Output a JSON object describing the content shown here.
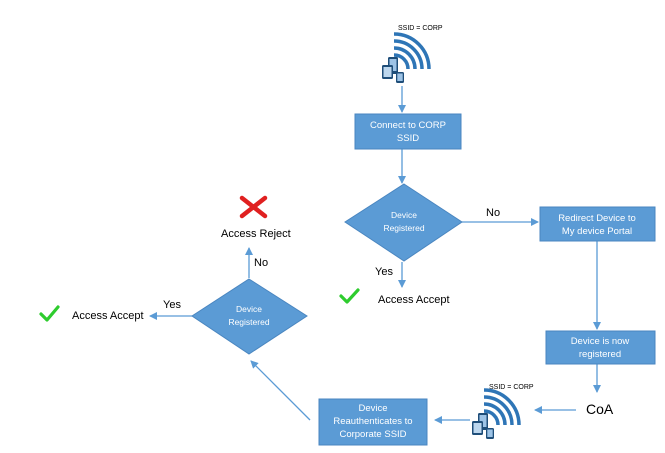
{
  "colors": {
    "shape_fill": "#5b9bd5",
    "shape_stroke": "#4a86c0",
    "arrow": "#5b9bd5",
    "check": "#2ecc2e",
    "cross": "#e02020",
    "wifi_waves": "#2e75b6",
    "device": "#1f4e79"
  },
  "icons": {
    "wifi_top": "wifi-devices-icon",
    "wifi_bottom": "wifi-devices-icon",
    "check": "check-mark-icon",
    "cross": "cross-mark-icon"
  },
  "top_icon": {
    "ssid_label": "SSID = CORP"
  },
  "bottom_icon": {
    "ssid_label": "SSID = CORP"
  },
  "nodes": {
    "connect": {
      "line1": "Connect to CORP",
      "line2": "SSID"
    },
    "decision_top": {
      "line1": "Device",
      "line2": "Registered"
    },
    "redirect": {
      "line1": "Redirect Device to",
      "line2": "My device Portal"
    },
    "now_registered": {
      "line1": "Device is now",
      "line2": "registered"
    },
    "coa": "CoA",
    "reauth": {
      "line1": "Device",
      "line2": "Reauthenticates to",
      "line3": "Corporate SSID"
    },
    "decision_left": {
      "line1": "Device",
      "line2": "Registered"
    },
    "access_reject": "Access Reject",
    "access_accept_left": "Access Accept",
    "access_accept_mid": "Access Accept"
  },
  "edges": {
    "top_no": "No",
    "top_yes": "Yes",
    "left_yes": "Yes",
    "left_no": "No"
  }
}
